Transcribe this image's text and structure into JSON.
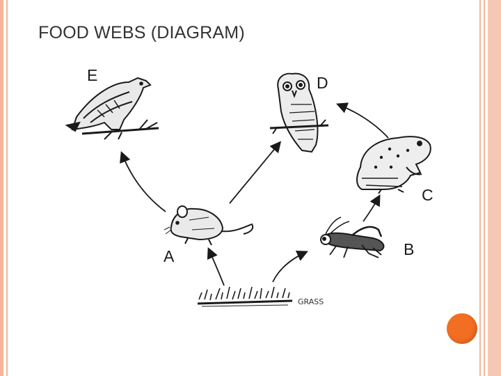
{
  "slide": {
    "title": "FOOD WEBS (DIAGRAM)"
  },
  "diagram": {
    "organisms": [
      {
        "id": "E",
        "label": "E",
        "depicts": "hawk"
      },
      {
        "id": "D",
        "label": "D",
        "depicts": "owl"
      },
      {
        "id": "C",
        "label": "C",
        "depicts": "frog"
      },
      {
        "id": "B",
        "label": "B",
        "depicts": "grasshopper"
      },
      {
        "id": "A",
        "label": "A",
        "depicts": "mouse"
      }
    ],
    "grass_label": "GRASS",
    "arrows": [
      {
        "from": "grass",
        "to": "A"
      },
      {
        "from": "grass",
        "to": "B"
      },
      {
        "from": "A",
        "to": "E"
      },
      {
        "from": "A",
        "to": "D"
      },
      {
        "from": "B",
        "to": "C"
      },
      {
        "from": "C",
        "to": "D"
      }
    ]
  },
  "colors": {
    "border": "#f4b59b",
    "border_light": "#f6c8b4",
    "accent_dot": "#f26e22",
    "ink": "#1a1a1a"
  }
}
